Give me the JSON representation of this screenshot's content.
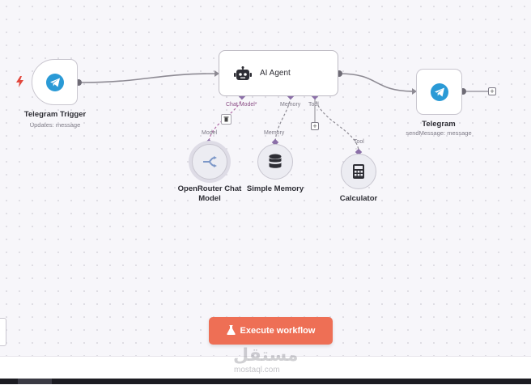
{
  "nodes": {
    "trigger": {
      "title": "Telegram Trigger",
      "subtitle": "Updates: message",
      "icon": "telegram-icon"
    },
    "agent": {
      "title": "AI Agent",
      "icon": "robot-icon",
      "ports": {
        "chat_model": "Chat Model*",
        "memory": "Memory",
        "tool": "Tool"
      }
    },
    "send": {
      "title": "Telegram",
      "subtitle": "sendMessage: message",
      "icon": "telegram-icon"
    },
    "chat_model": {
      "title_line1": "OpenRouter Chat",
      "title_line2": "Model",
      "port": "Model",
      "icon": "openrouter-icon"
    },
    "memory": {
      "title": "Simple Memory",
      "port": "Memory",
      "icon": "database-icon"
    },
    "calculator": {
      "title": "Calculator",
      "port": "Tool",
      "icon": "calculator-icon"
    }
  },
  "toolbar": {
    "execute_label": "Execute workflow",
    "execute_icon": "flask-icon"
  },
  "watermark": {
    "arabic": "مستقل",
    "latin": "mostaql.com"
  },
  "colors": {
    "accent": "#ee6f55",
    "telegram": "#2a9ad6",
    "port": "#8b6fa8",
    "trigger_bolt": "#e2483d"
  }
}
